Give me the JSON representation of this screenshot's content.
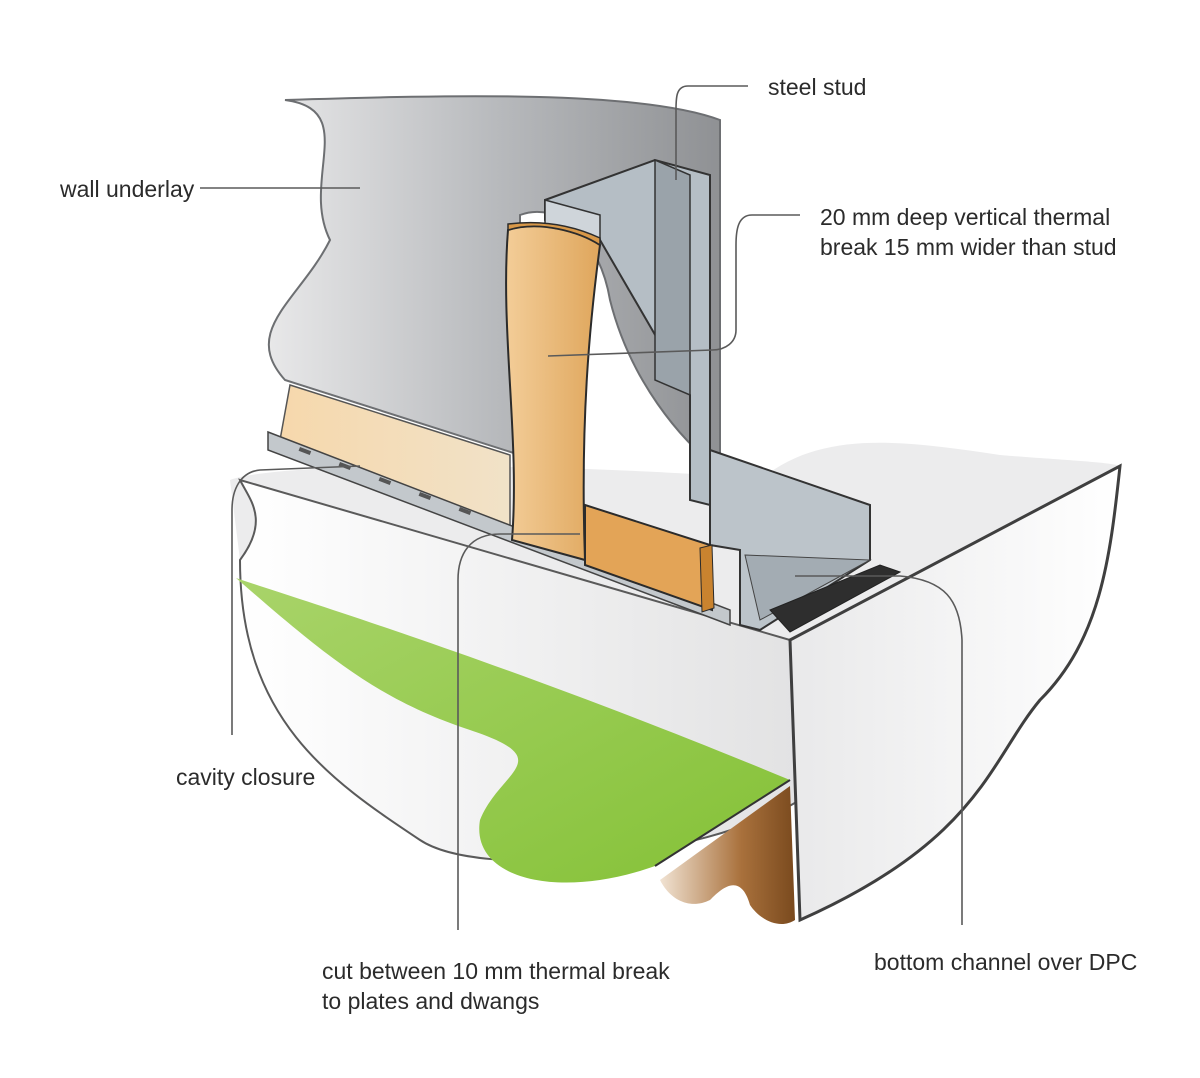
{
  "labels": {
    "steel_stud": "steel stud",
    "wall_underlay": "wall underlay",
    "vertical_thermal_break": [
      "20 mm deep vertical thermal",
      "break 15 mm wider than stud"
    ],
    "cavity_closure": "cavity closure",
    "cut_between": [
      "cut between 10 mm thermal break",
      "to plates and dwangs"
    ],
    "bottom_channel": "bottom channel over DPC"
  },
  "colors": {
    "underlay": "#c9cacc",
    "underlay_dark": "#9fa1a4",
    "steel": "#b3bcc3",
    "steel_dark": "#8e979e",
    "timber": "#e8b777",
    "timber_dark": "#d89848",
    "grass": "#8cc63f",
    "soil": "#8b5a2b",
    "concrete": "#e6e6e7",
    "leader": "#5a5a5a"
  }
}
